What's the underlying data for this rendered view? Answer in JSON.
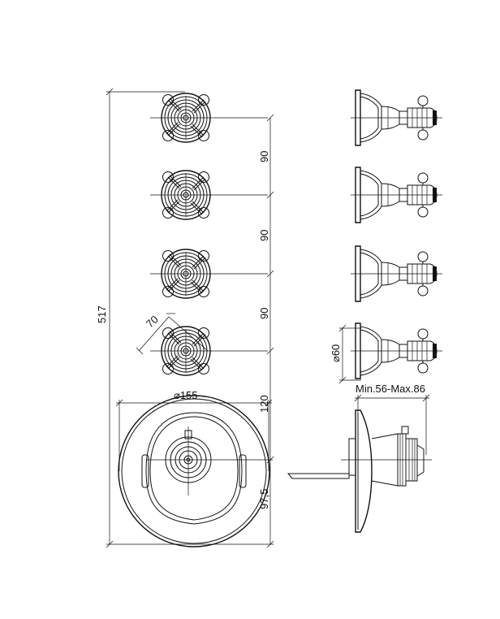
{
  "dimensions": {
    "overall_height": "517",
    "spacing_1": "90",
    "spacing_2": "90",
    "spacing_3": "90",
    "spacing_4": "120",
    "lower_offset": "97,5",
    "handle_width": "70",
    "plate_diameter": "⌀155",
    "knob_diameter": "⌀60",
    "depth_range": "Min.56-Max.86"
  }
}
